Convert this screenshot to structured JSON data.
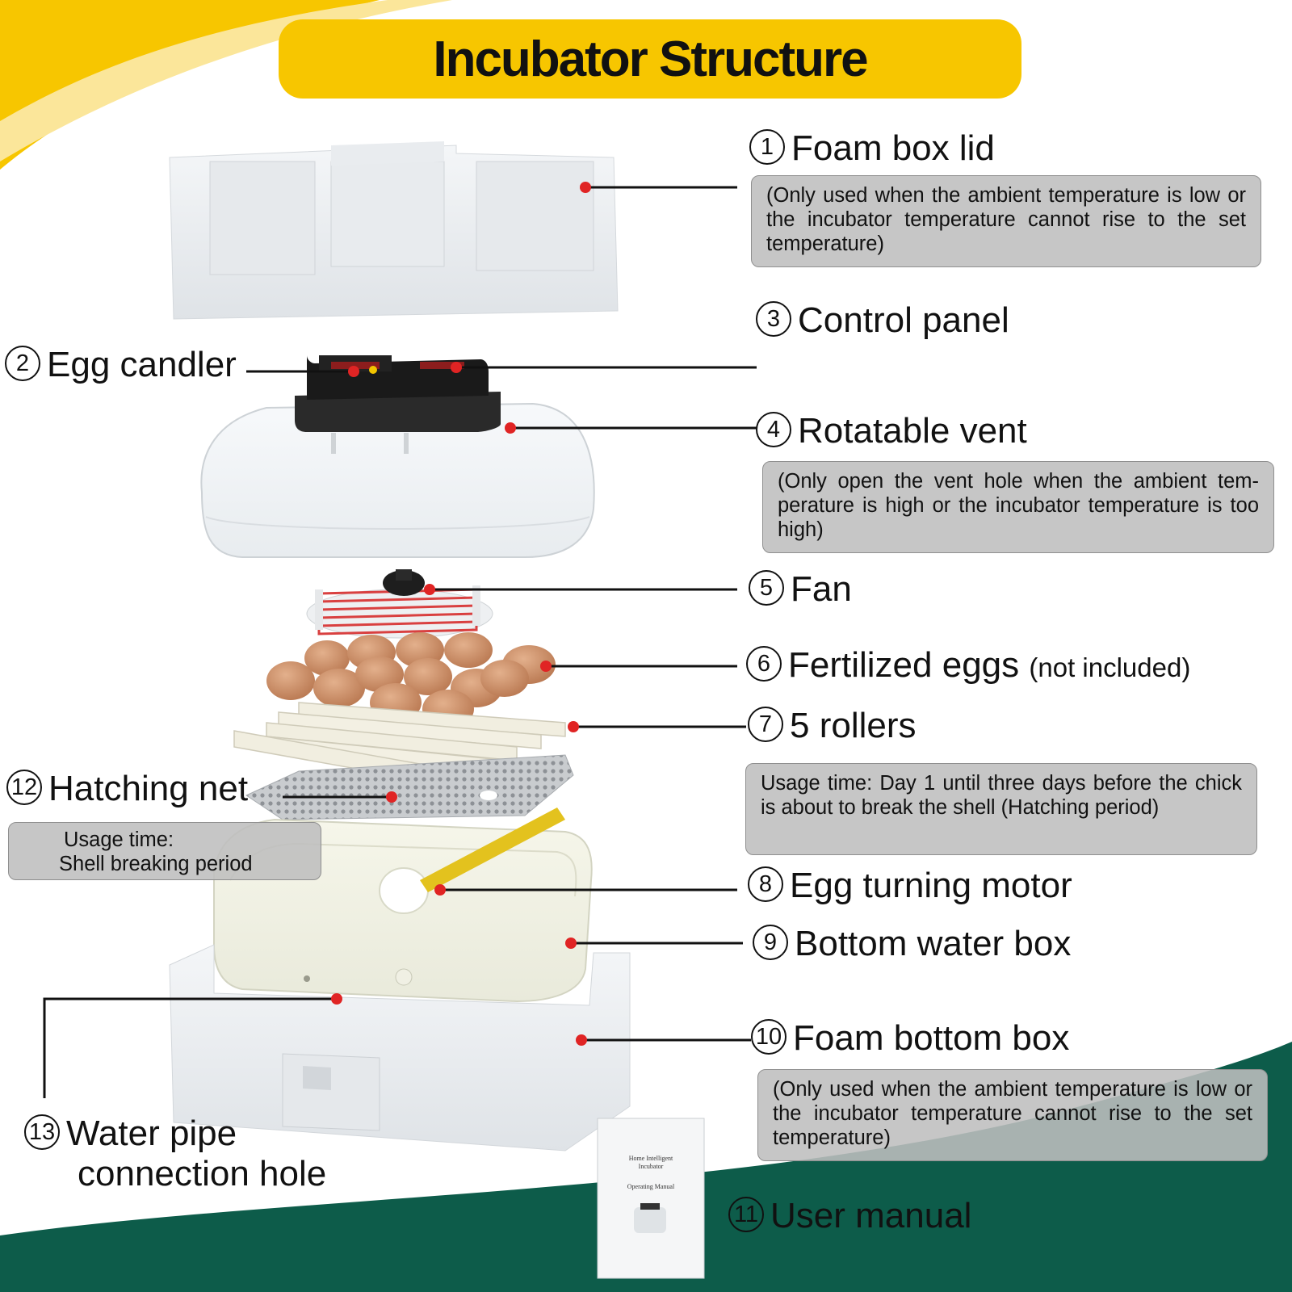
{
  "title": "Incubator Structure",
  "colors": {
    "accent_yellow": "#f7c600",
    "accent_green": "#0d5c4a",
    "marker_red": "#e02424",
    "note_gray": "#bebebe"
  },
  "parts": [
    {
      "number": "1",
      "name": "Foam box lid",
      "note": "(Only used when the ambient temperature is low or the incubator temperature cannot rise to the set temperature)"
    },
    {
      "number": "2",
      "name": "Egg candler"
    },
    {
      "number": "3",
      "name": "Control panel"
    },
    {
      "number": "4",
      "name": "Rotatable vent",
      "note": "(Only open the vent hole when the ambient tem-perature is high or the incubator temperature is too high)"
    },
    {
      "number": "5",
      "name": "Fan"
    },
    {
      "number": "6",
      "name": "Fertilized eggs",
      "suffix": "(not included)"
    },
    {
      "number": "7",
      "name": "5 rollers",
      "note": "Usage time: Day 1 until three days before the chick is about to break the shell (Hatching period)"
    },
    {
      "number": "8",
      "name": "Egg turning motor"
    },
    {
      "number": "9",
      "name": "Bottom water box"
    },
    {
      "number": "10",
      "name": "Foam bottom box",
      "note": "(Only used when the ambient temperature is low or the incubator temperature cannot rise to the set temperature)"
    },
    {
      "number": "11",
      "name": "User manual"
    },
    {
      "number": "12",
      "name": "Hatching net",
      "note_line1": "Usage time:",
      "note_line2": "Shell breaking period"
    },
    {
      "number": "13",
      "name_line1": "Water pipe",
      "name_line2": "connection hole"
    }
  ],
  "manual": {
    "line1": "Home Intelligent",
    "line2": "Incubator",
    "line3": "Operating Manual"
  }
}
